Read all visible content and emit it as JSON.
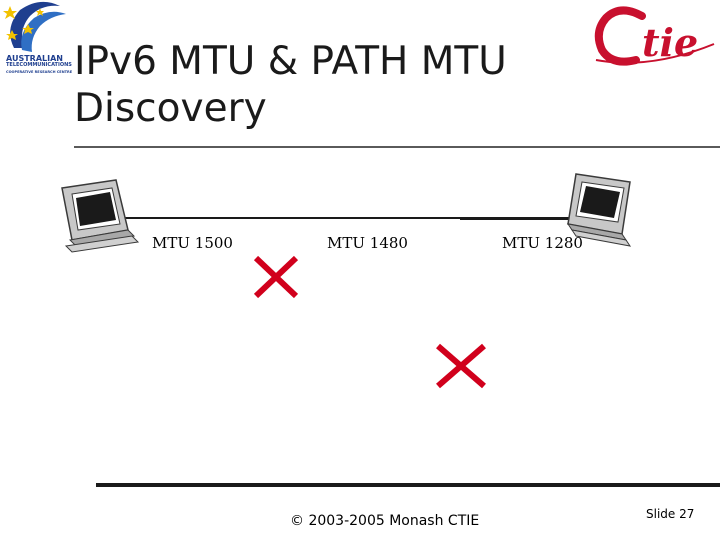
{
  "logo_left": {
    "icon": "star-swoosh-logo",
    "lines": [
      "AUSTRALIAN",
      "TELECOMMUNICATIONS",
      "COOPERATIVE RESEARCH CENTRE"
    ]
  },
  "logo_right": {
    "text": "Ctie",
    "color": "#c8102e"
  },
  "title": {
    "line1": "IPv6 MTU & PATH MTU",
    "line2": "Discovery"
  },
  "diagram": {
    "links": [
      {
        "label": "MTU 1500"
      },
      {
        "label": "MTU 1480"
      },
      {
        "label": "MTU 1280"
      }
    ],
    "hosts": [
      "computer-icon",
      "computer-icon"
    ],
    "failure_marks": [
      "x-mark-icon",
      "x-mark-icon"
    ],
    "x_color": "#d1001c"
  },
  "footer": {
    "copyright": "© 2003-2005 Monash CTIE",
    "slide": "Slide 27"
  }
}
